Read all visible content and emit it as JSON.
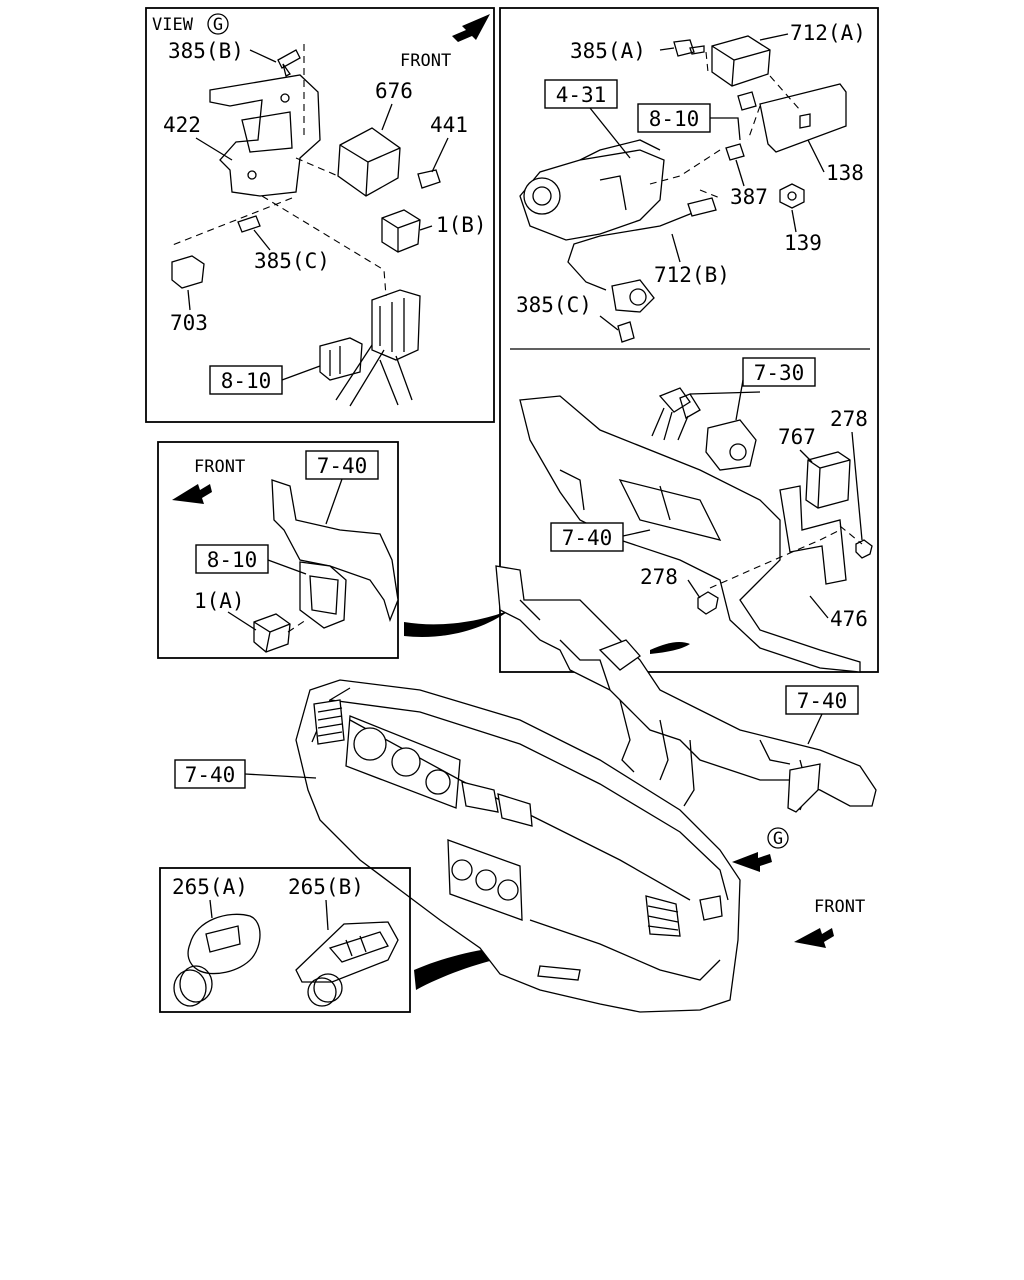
{
  "view_title": "VIEW",
  "view_letter": "G",
  "front_labels": [
    "FRONT",
    "FRONT",
    "FRONT"
  ],
  "view_marker": "G",
  "callouts": {
    "c385b": "385(B)",
    "c676": "676",
    "c422": "422",
    "c441": "441",
    "c1b": "1(B)",
    "c385c_left": "385(C)",
    "c703": "703",
    "c810_left": "8-10",
    "c712a": "712(A)",
    "c385a": "385(A)",
    "c431": "4-31",
    "c810_right": "8-10",
    "c138": "138",
    "c387": "387",
    "c139": "139",
    "c712b": "712(B)",
    "c385c_right": "385(C)",
    "c730": "7-30",
    "c278_top": "278",
    "c767": "767",
    "c740_right": "7-40",
    "c278_mid": "278",
    "c476": "476",
    "c740_inset": "7-40",
    "c810_inset": "8-10",
    "c1a": "1(A)",
    "c740_beam": "7-40",
    "c740_dash": "7-40",
    "c265a": "265(A)",
    "c265b": "265(B)"
  }
}
